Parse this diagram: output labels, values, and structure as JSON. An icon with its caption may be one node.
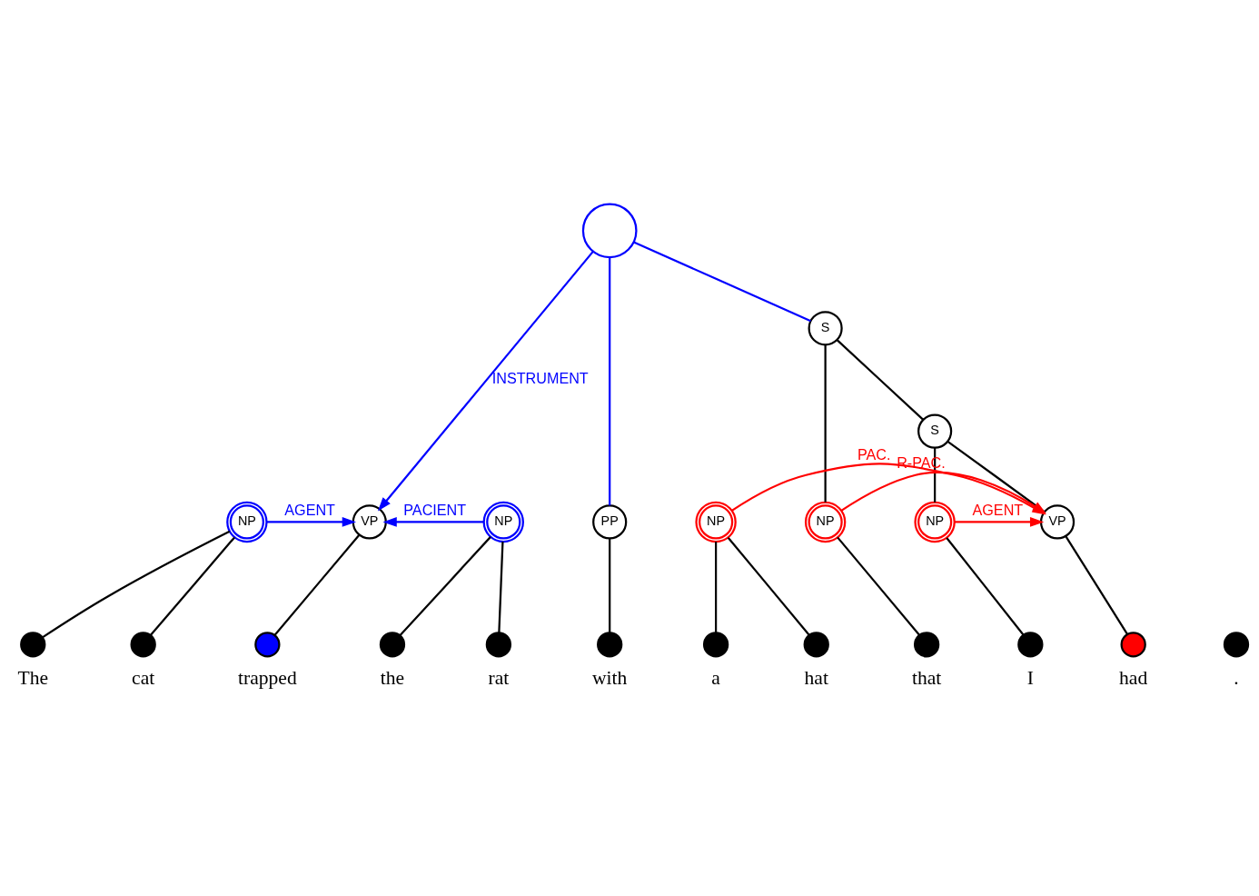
{
  "diagram": {
    "nodes": [
      {
        "text": [],
        "shape": "circle"
      },
      {
        "text": [
          "S"
        ]
      },
      {
        "text": [
          "S"
        ]
      },
      {
        "text": [
          "NP"
        ]
      },
      {
        "text": [
          "VP"
        ]
      },
      {
        "text": [
          "NP"
        ]
      },
      {
        "text": [
          "PP"
        ]
      },
      {
        "text": [
          "NP"
        ]
      },
      {
        "text": [
          "NP"
        ]
      },
      {
        "text": [
          "NP"
        ]
      },
      {
        "text": [
          "VP"
        ]
      },
      {
        "text": [],
        "shape": "circle",
        "beside": [
          "The"
        ]
      },
      {
        "text": [],
        "shape": "circle",
        "beside": [
          "cat"
        ]
      },
      {
        "text": [],
        "shape": "circle",
        "beside": [
          "trapped"
        ]
      },
      {
        "text": [],
        "shape": "circle",
        "beside": [
          "the"
        ]
      },
      {
        "text": [],
        "shape": "circle",
        "beside": [
          "rat"
        ]
      },
      {
        "text": [],
        "shape": "circle",
        "beside": [
          "with"
        ]
      },
      {
        "text": [],
        "shape": "circle",
        "beside": [
          "a"
        ]
      },
      {
        "text": [],
        "shape": "circle",
        "beside": [
          "hat"
        ]
      },
      {
        "text": [],
        "shape": "circle",
        "beside": [
          "that"
        ]
      },
      {
        "text": [],
        "shape": "circle",
        "beside": [
          "I"
        ]
      },
      {
        "text": [],
        "shape": "circle",
        "beside": [
          "had"
        ]
      },
      {
        "text": [],
        "shape": "circle",
        "beside": [
          "."
        ]
      }
    ],
    "edges": [
      {
        "from": 0,
        "to": 4,
        "arrow": "to",
        "label": "INSTRUMENT",
        "color": "#0000ff"
      },
      {
        "from": 0,
        "to": 6,
        "arrow": "none",
        "color": "#0000ff"
      },
      {
        "from": 0,
        "to": 1,
        "arrow": "none",
        "color": "#0000ff"
      },
      {
        "from": 3,
        "to": 4,
        "arrow": "to",
        "label": "AGENT",
        "color": "#0000ff"
      },
      {
        "from": 5,
        "to": 4,
        "arrow": "to",
        "label": "PACIENT",
        "color": "#0000ff"
      },
      {
        "from": 7,
        "to": 10,
        "arrow": "to",
        "label": "PAC.",
        "color": "#ff0000"
      },
      {
        "from": 8,
        "to": 10,
        "arrow": "to",
        "label": "R-PAC.",
        "color": "#ff0000"
      },
      {
        "from": 9,
        "to": 10,
        "arrow": "to",
        "label": "AGENT",
        "color": "#ff0000"
      },
      {
        "from": 1,
        "to": 8,
        "arrow": "none"
      },
      {
        "from": 1,
        "to": 2,
        "arrow": "none"
      },
      {
        "from": 2,
        "to": 9,
        "arrow": "none"
      },
      {
        "from": 2,
        "to": 10,
        "arrow": "none"
      },
      {
        "from": 3,
        "to": 11,
        "arrow": "none"
      },
      {
        "from": 3,
        "to": 12,
        "arrow": "none"
      },
      {
        "from": 4,
        "to": 13,
        "arrow": "none"
      },
      {
        "from": 5,
        "to": 14,
        "arrow": "none"
      },
      {
        "from": 5,
        "to": 15,
        "arrow": "none"
      },
      {
        "from": 6,
        "to": 16,
        "arrow": "none"
      },
      {
        "from": 7,
        "to": 17,
        "arrow": "none"
      },
      {
        "from": 7,
        "to": 18,
        "arrow": "none"
      },
      {
        "from": 8,
        "to": 19,
        "arrow": "none"
      },
      {
        "from": 9,
        "to": 20,
        "arrow": "none"
      },
      {
        "from": 10,
        "to": 21,
        "arrow": "none"
      }
    ]
  }
}
